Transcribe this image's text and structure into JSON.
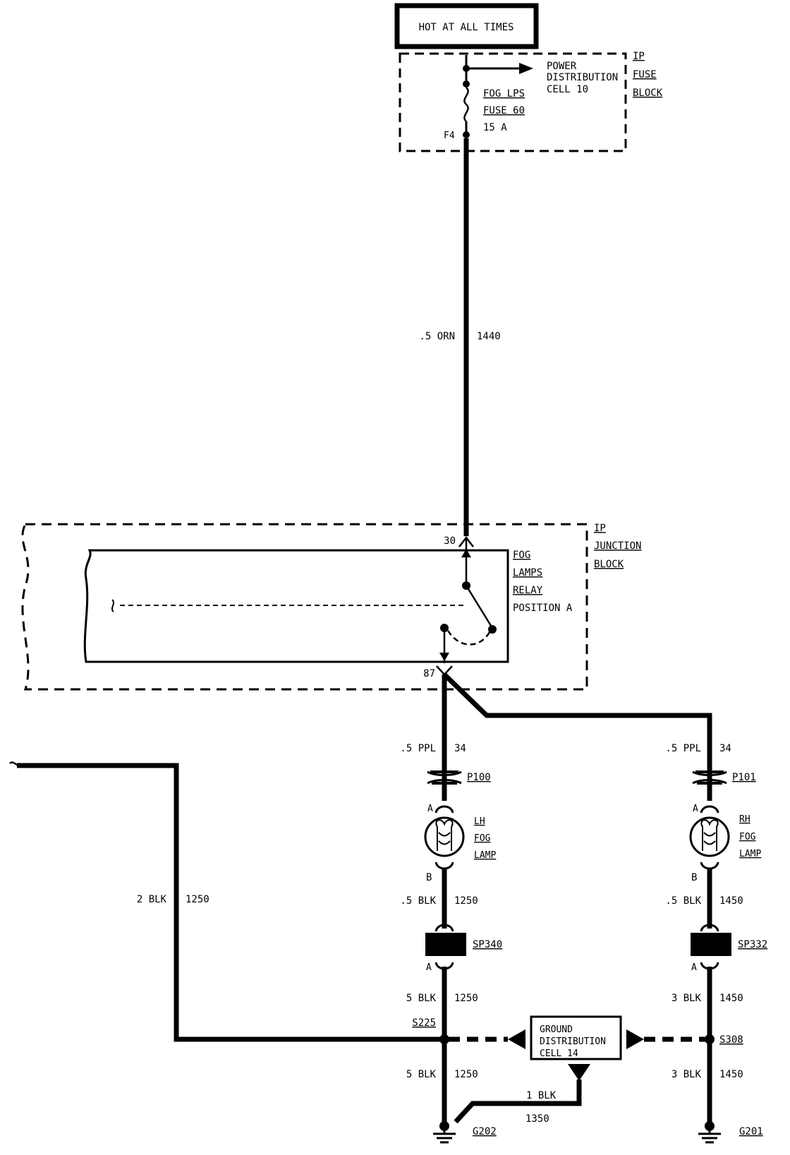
{
  "header": {
    "hot_label": "HOT AT ALL TIMES"
  },
  "fuse_block": {
    "name_lines": [
      "IP",
      "FUSE",
      "BLOCK"
    ],
    "power_dist_lines": [
      "POWER",
      "DISTRIBUTION",
      "CELL 10"
    ],
    "fuse_lines": [
      "FOG LPS",
      "FUSE 60",
      "15 A"
    ],
    "terminal": "F4"
  },
  "feed_wire": {
    "gauge_color": ".5 ORN",
    "circuit": "1440"
  },
  "junction_block": {
    "name_lines": [
      "IP",
      "JUNCTION",
      "BLOCK"
    ],
    "relay_lines": [
      "FOG",
      "LAMPS",
      "RELAY",
      "POSITION A"
    ],
    "pin_in": "30",
    "pin_out": "87"
  },
  "lh_branch": {
    "wire_gauge": ".5 PPL",
    "wire_circuit": "34",
    "connector": "P100",
    "pin_a": "A",
    "pin_b": "B",
    "lamp_lines": [
      "LH",
      "FOG",
      "LAMP"
    ],
    "wire2_gauge": ".5 BLK",
    "wire2_circuit": "1250",
    "splice_pack": "SP340",
    "sp_pin": "A",
    "wire3_gauge": "5 BLK",
    "wire3_circuit": "1250",
    "splice": "S225",
    "wire4_gauge": "5 BLK",
    "wire4_circuit": "1250",
    "ground": "G202"
  },
  "rh_branch": {
    "wire_gauge": ".5 PPL",
    "wire_circuit": "34",
    "connector": "P101",
    "pin_a": "A",
    "pin_b": "B",
    "lamp_lines": [
      "RH",
      "FOG",
      "LAMP"
    ],
    "wire2_gauge": ".5 BLK",
    "wire2_circuit": "1450",
    "splice_pack": "SP332",
    "sp_pin": "A",
    "wire3_gauge": "3 BLK",
    "wire3_circuit": "1450",
    "splice": "S308",
    "wire4_gauge": "3 BLK",
    "wire4_circuit": "1450",
    "ground": "G201"
  },
  "left_wire": {
    "gauge_color": "2 BLK",
    "circuit": "1250"
  },
  "ground_dist": {
    "lines": [
      "GROUND",
      "DISTRIBUTION",
      "CELL 14"
    ],
    "wire_gauge": "1 BLK",
    "wire_circuit": "1350"
  }
}
